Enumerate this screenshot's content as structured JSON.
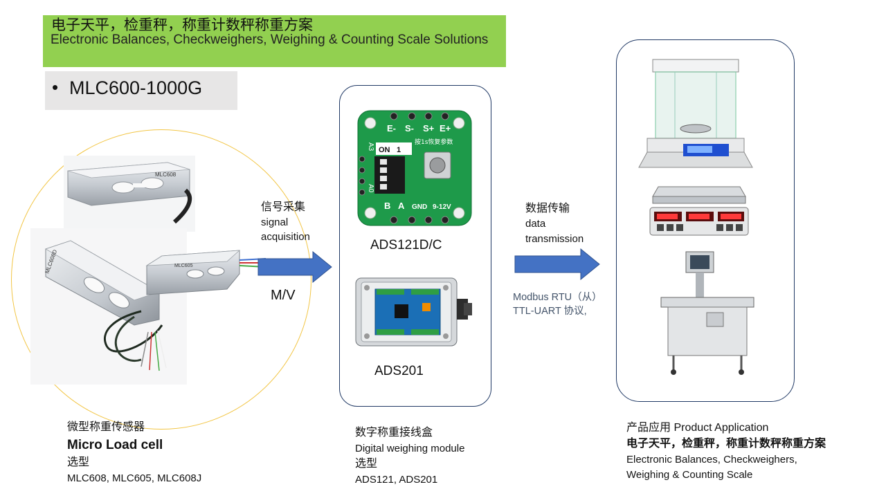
{
  "title": {
    "cn": "电子天平，检重秤，称重计数秤称重方案",
    "en": "Electronic Balances, Checkweighers, Weighing & Counting Scale Solutions"
  },
  "model": {
    "bullet": "•",
    "name": "MLC600-1000G"
  },
  "load_cell_photos": {
    "mlc608": "MLC608",
    "mlc608d": "MLC608D",
    "mlc605": "MLC605"
  },
  "arrow1": {
    "label_cn": "信号采集",
    "label_en_1": "signal",
    "label_en_2": "acquisition",
    "below": "M/V"
  },
  "module": {
    "ads121": {
      "name": "ADS121D/C",
      "pins_top": [
        "E-",
        "S-",
        "S+",
        "E+"
      ],
      "switch_label": "ON",
      "switch_num": "1",
      "button_label": "按1s恢复参数",
      "side_top": "A3",
      "side_bottom": "A0",
      "pins_bottom": [
        "B",
        "A",
        "GND",
        "9-12V"
      ]
    },
    "ads201": {
      "name": "ADS201"
    }
  },
  "arrow2": {
    "label_cn": "数据传输",
    "label_en_1": "data",
    "label_en_2": "transmission",
    "protocol_1": "Modbus RTU（从）",
    "protocol_2": "TTL-UART 协议,"
  },
  "captions": {
    "left": {
      "line1": "微型称重传感器",
      "line2": "Micro Load cell",
      "line3": "选型",
      "line4": "MLC608, MLC605, MLC608J"
    },
    "middle": {
      "line1": "数字称重接线盒",
      "line2": "Digital weighing module",
      "line3": "选型",
      "line4": "ADS121, ADS201"
    },
    "right": {
      "line1": "产品应用 Product Application",
      "line2": "电子天平，检重秤，称重计数秤称重方案",
      "line3": "Electronic Balances, Checkweighers,",
      "line4": "Weighing & Counting Scale"
    }
  },
  "colors": {
    "banner": "#92d050",
    "arrow": "#4472c4",
    "box_border": "#1f3864",
    "circle": "#f2c544",
    "pcb": "#1e9a4a",
    "protocol_text": "#44546a"
  }
}
